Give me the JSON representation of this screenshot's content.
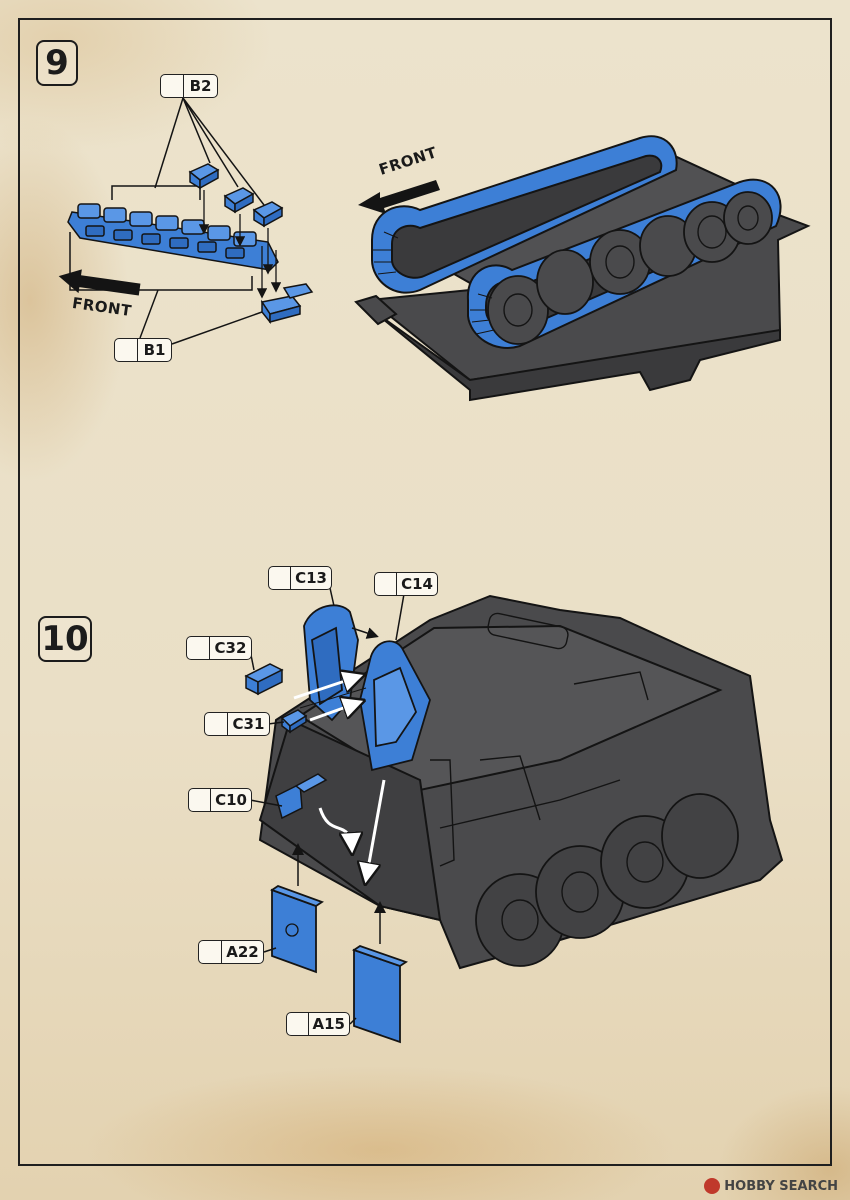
{
  "steps": {
    "step9": {
      "number": "9",
      "front_label": "FRONT",
      "front_label_right": "FRONT",
      "parts": {
        "b2": "B2",
        "b1": "B1"
      }
    },
    "step10": {
      "number": "10",
      "parts": {
        "c13": "C13",
        "c14": "C14",
        "c32": "C32",
        "c31": "C31",
        "c10": "C10",
        "a22": "A22",
        "a15": "A15"
      }
    }
  },
  "watermark": {
    "text": "HOBBY SEARCH"
  },
  "colors": {
    "part_blue": "#3d7fd6",
    "hull_grey": "#4a4a4c",
    "outline": "#141414",
    "paper": "#ece3cc"
  }
}
